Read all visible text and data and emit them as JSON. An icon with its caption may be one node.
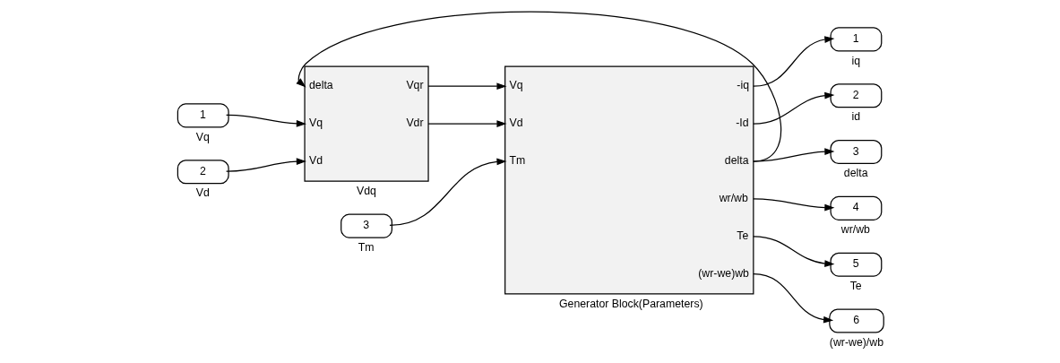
{
  "diagram": {
    "nodes": [
      {
        "text": [
          "1"
        ],
        "beside": [
          "Vq"
        ]
      },
      {
        "text": [
          "2"
        ],
        "beside": [
          "Vd"
        ]
      },
      {
        "text": [
          "3"
        ],
        "beside": [
          "Tm"
        ]
      },
      {
        "text": [
          "delta",
          "Vq",
          "Vd",
          "Vqr",
          "Vdr"
        ],
        "beside": [
          "Vdq"
        ]
      },
      {
        "text": [
          "Vq",
          "Vd",
          "Tm",
          "-iq",
          "-Id",
          "delta",
          "wr/wb",
          "Te",
          "(wr-we)wb"
        ],
        "beside": [
          "Generator Block(Parameters)"
        ]
      },
      {
        "text": [
          "1"
        ],
        "beside": [
          "iq"
        ]
      },
      {
        "text": [
          "2"
        ],
        "beside": [
          "id"
        ]
      },
      {
        "text": [
          "3"
        ],
        "beside": [
          "delta"
        ]
      },
      {
        "text": [
          "4"
        ],
        "beside": [
          "wr/wb"
        ]
      },
      {
        "text": [
          "5"
        ],
        "beside": [
          "Te"
        ]
      },
      {
        "text": [
          "6"
        ],
        "beside": [
          "(wr-we)/wb"
        ]
      }
    ],
    "edges": [
      {
        "from": 0,
        "to": 3,
        "arrow": "to"
      },
      {
        "from": 1,
        "to": 3,
        "arrow": "to"
      },
      {
        "from": 3,
        "to": 4,
        "arrow": "to"
      },
      {
        "from": 3,
        "to": 4,
        "arrow": "to"
      },
      {
        "from": 2,
        "to": 4,
        "arrow": "to"
      },
      {
        "from": 4,
        "to": 5,
        "arrow": "to"
      },
      {
        "from": 4,
        "to": 6,
        "arrow": "to"
      },
      {
        "from": 4,
        "to": 7,
        "arrow": "to"
      },
      {
        "from": 4,
        "to": 3,
        "arrow": "to"
      },
      {
        "from": 4,
        "to": 8,
        "arrow": "to"
      },
      {
        "from": 4,
        "to": 9,
        "arrow": "to"
      },
      {
        "from": 4,
        "to": 10,
        "arrow": "to"
      }
    ]
  }
}
